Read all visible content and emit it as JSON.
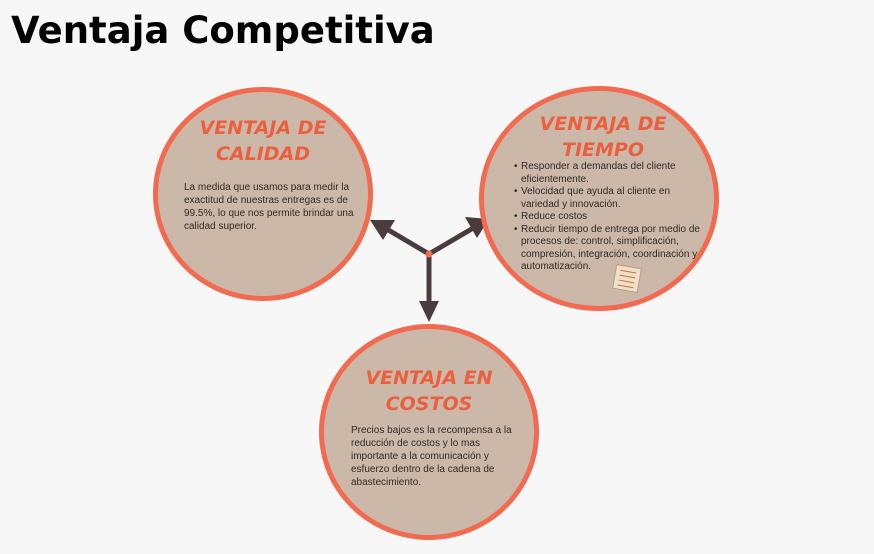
{
  "page": {
    "title": "Ventaja Competitiva"
  },
  "colors": {
    "background": "#f7f7f7",
    "circle_fill": "#ccb8a8",
    "circle_border": "#f26a4f",
    "circle_title": "#ec5f3e",
    "body_text": "#2e2a28",
    "arrow": "#4a3b3e",
    "hub_dot": "#f26a4f"
  },
  "calidad": {
    "title_line1": "VENTAJA DE",
    "title_line2": "CALIDAD",
    "body": "La medida que usamos para medir la exactitud de nuestras entregas es de 99.5%, lo que nos permite brindar una calidad superior."
  },
  "tiempo": {
    "title_line1": "VENTAJA DE",
    "title_line2": "TIEMPO",
    "bullets": [
      "Responder a demandas del cliente eficientemente.",
      "Velocidad que ayuda al cliente en variedad y innovación.",
      "Reduce costos",
      "Reducir tiempo de entrega por medio de procesos de: control, simplificación, compresión, integración, coordinación y automatización."
    ]
  },
  "costos": {
    "title_line1": "VENTAJA EN",
    "title_line2": "COSTOS",
    "body": "Precios bajos es la recompensa a la reducción de costos y lo mas importante a la comunicación y esfuerzo dentro de la cadena de abastecimiento."
  }
}
